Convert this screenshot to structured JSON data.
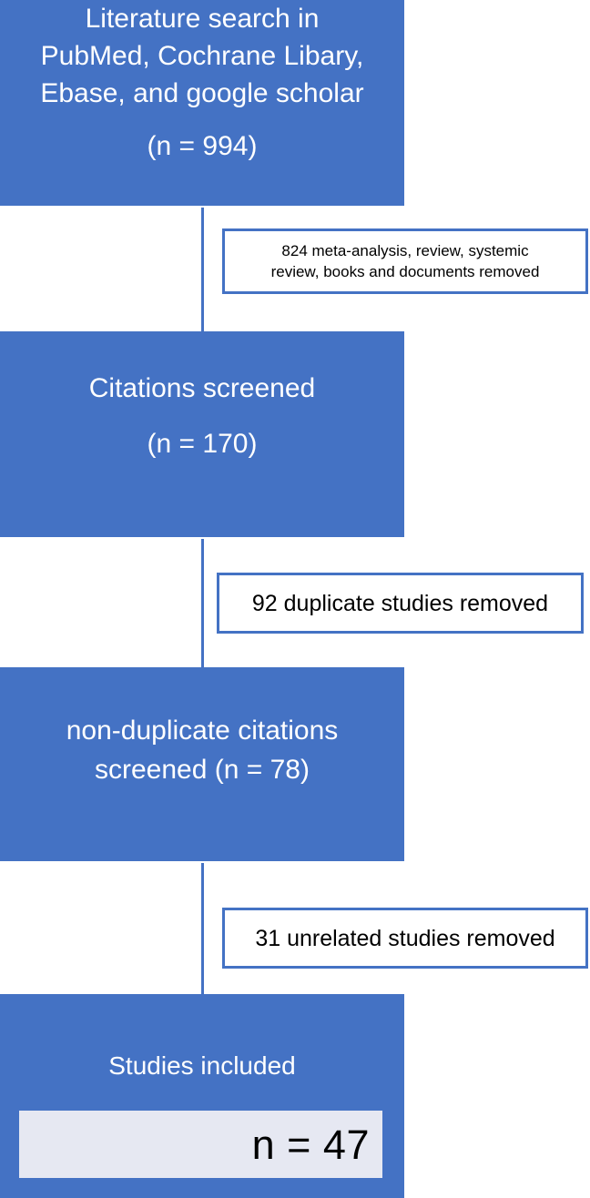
{
  "diagram": {
    "type": "prisma-flow-diagram",
    "colors": {
      "box_fill": "#4472C4",
      "box_text": "#FFFFFF",
      "note_border": "#4472C4",
      "note_fill": "#FFFFFF",
      "note_text": "#000000",
      "result_panel_fill": "#E6E8F2",
      "result_panel_text": "#000000",
      "connector": "#4472C4"
    },
    "stages": [
      {
        "id": "identification",
        "lines": [
          "Literature search in",
          "PubMed, Cochrane Libary,",
          "Ebase, and google scholar"
        ],
        "count_label": "(n = 994)",
        "count": 994
      },
      {
        "id": "screening",
        "lines": [
          "Citations screened"
        ],
        "count_label": "(n = 170)",
        "count": 170
      },
      {
        "id": "non-duplicate-screening",
        "lines": [
          "non-duplicate citations",
          "screened (n = 78)"
        ],
        "count": 78
      },
      {
        "id": "included",
        "lines": [
          "Studies included"
        ],
        "count_label": "n = 47",
        "count": 47
      }
    ],
    "exclusions": [
      {
        "id": "exclusion-1",
        "lines": [
          "824 meta-analysis, review, systemic",
          "review, books and documents removed"
        ],
        "count": 824
      },
      {
        "id": "exclusion-2",
        "lines": [
          "92 duplicate studies removed"
        ],
        "count": 92
      },
      {
        "id": "exclusion-3",
        "lines": [
          "31 unrelated studies removed"
        ],
        "count": 31
      }
    ]
  }
}
